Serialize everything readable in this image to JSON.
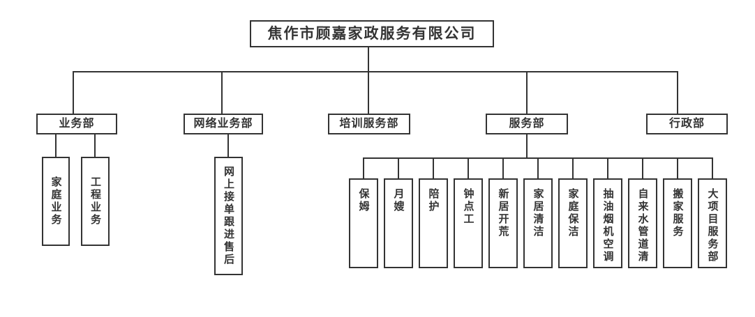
{
  "company": {
    "name": "焦作市顾嘉家政服务有限公司"
  },
  "departments": [
    {
      "label": "业务部",
      "children": [
        "家庭业务",
        "工程业务"
      ]
    },
    {
      "label": "网络业务部",
      "children": [
        "网上接单跟进售后"
      ]
    },
    {
      "label": "培训服务部",
      "children": []
    },
    {
      "label": "服务部",
      "children": [
        "保姆",
        "月嫂",
        "陪护",
        "钟点工",
        "新居开荒",
        "家居清洁",
        "家庭保洁",
        "抽油烟机空调",
        "自来水管道清",
        "搬家服务",
        "大项目服务部"
      ]
    },
    {
      "label": "行政部",
      "children": []
    }
  ],
  "colors": {
    "line": "#333333",
    "text": "#333333",
    "background": "#ffffff"
  }
}
